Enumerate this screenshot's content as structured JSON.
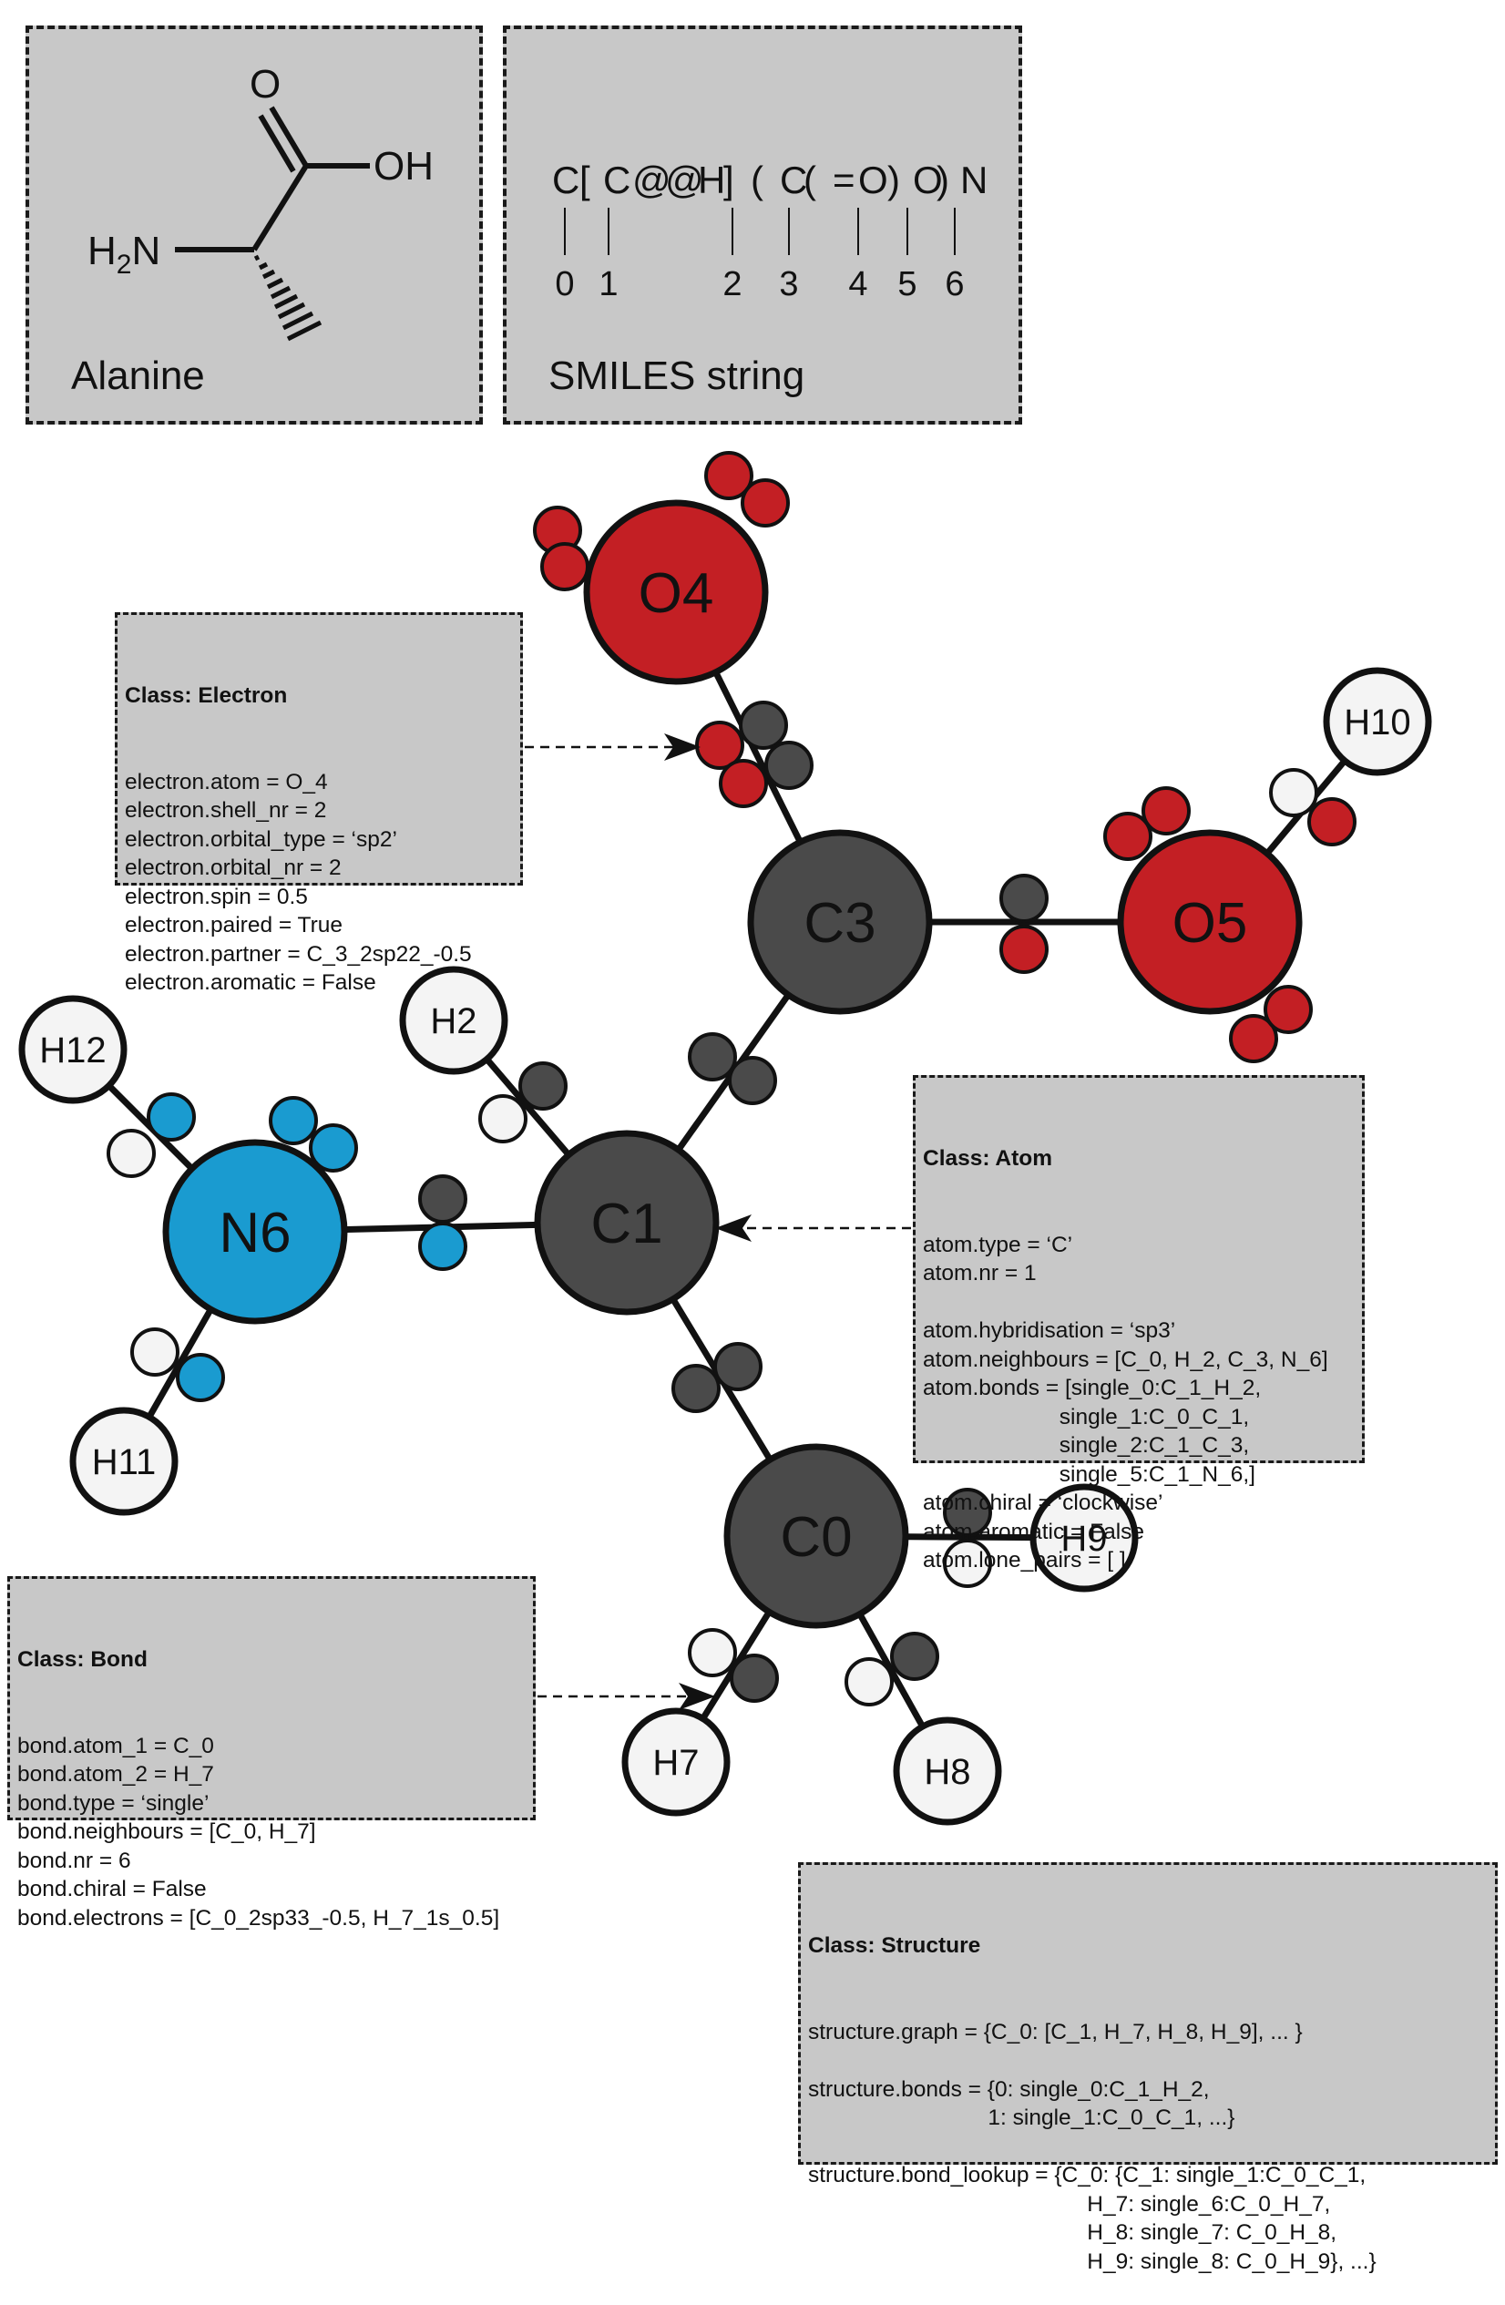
{
  "top_panels": {
    "molecule_name": "Alanine",
    "structure_labels": {
      "carbonyl_o": "O",
      "hydroxyl": "OH",
      "amine_h": "H",
      "amine_sub": "2",
      "amine_n": "N"
    },
    "smiles_caption": "SMILES string",
    "smiles_chars": [
      "C",
      "[",
      "C",
      "@",
      "@",
      "H",
      "]",
      "(",
      "C",
      "(",
      "=",
      "O",
      ")",
      "O",
      ")",
      "N"
    ],
    "smiles_indices": [
      "0",
      "1",
      "2",
      "3",
      "4",
      "5",
      "6"
    ]
  },
  "atoms": [
    {
      "id": "O4",
      "label": "O4",
      "element": "O"
    },
    {
      "id": "O5",
      "label": "O5",
      "element": "O"
    },
    {
      "id": "C3",
      "label": "C3",
      "element": "C"
    },
    {
      "id": "C1",
      "label": "C1",
      "element": "C"
    },
    {
      "id": "C0",
      "label": "C0",
      "element": "C"
    },
    {
      "id": "N6",
      "label": "N6",
      "element": "N"
    },
    {
      "id": "H2",
      "label": "H2",
      "element": "H"
    },
    {
      "id": "H7",
      "label": "H7",
      "element": "H"
    },
    {
      "id": "H8",
      "label": "H8",
      "element": "H"
    },
    {
      "id": "H9",
      "label": "H9",
      "element": "H"
    },
    {
      "id": "H10",
      "label": "H10",
      "element": "H"
    },
    {
      "id": "H11",
      "label": "H11",
      "element": "H"
    },
    {
      "id": "H12",
      "label": "H12",
      "element": "H"
    }
  ],
  "colors": {
    "O": "#c31f24",
    "C": "#4a4a4a",
    "N": "#1a9bd0",
    "H": "#f4f4f4",
    "panel": "#c8c8c8",
    "stroke": "#111111"
  },
  "electron_box": {
    "title": "Class: Electron",
    "lines": [
      "electron.atom = O_4",
      "electron.shell_nr = 2",
      "electron.orbital_type = ‘sp2’",
      "electron.orbital_nr = 2",
      "electron.spin = 0.5",
      "electron.paired = True",
      "electron.partner = C_3_2sp22_-0.5",
      "electron.aromatic = False"
    ]
  },
  "atom_box": {
    "title": "Class: Atom",
    "lines": [
      "atom.type = ‘C’",
      "atom.nr = 1",
      "",
      "atom.hybridisation = ‘sp3’",
      "atom.neighbours = [C_0, H_2, C_3, N_6]",
      "atom.bonds = [single_0:C_1_H_2,",
      "                      single_1:C_0_C_1,",
      "                      single_2:C_1_C_3,",
      "                      single_5:C_1_N_6,]",
      "atom.chiral = ‘clockwise’",
      "atom.aromatic = False",
      "atom.lone_pairs = [ ]"
    ]
  },
  "bond_box": {
    "title": "Class: Bond",
    "lines": [
      "bond.atom_1 = C_0",
      "bond.atom_2 = H_7",
      "bond.type = ‘single’",
      "bond.neighbours = [C_0, H_7]",
      "bond.nr = 6",
      "bond.chiral = False",
      "bond.electrons = [C_0_2sp33_-0.5, H_7_1s_0.5]"
    ]
  },
  "structure_box": {
    "title": "Class: Structure",
    "lines": [
      "structure.graph = {C_0: [C_1, H_7, H_8, H_9], ... }",
      "",
      "structure.bonds = {0: single_0:C_1_H_2,",
      "                             1: single_1:C_0_C_1, ...}",
      "",
      "structure.bond_lookup = {C_0: {C_1: single_1:C_0_C_1,",
      "                                             H_7: single_6:C_0_H_7,",
      "                                             H_8: single_7: C_0_H_8,",
      "                                             H_9: single_8: C_0_H_9}, ...}"
    ]
  }
}
